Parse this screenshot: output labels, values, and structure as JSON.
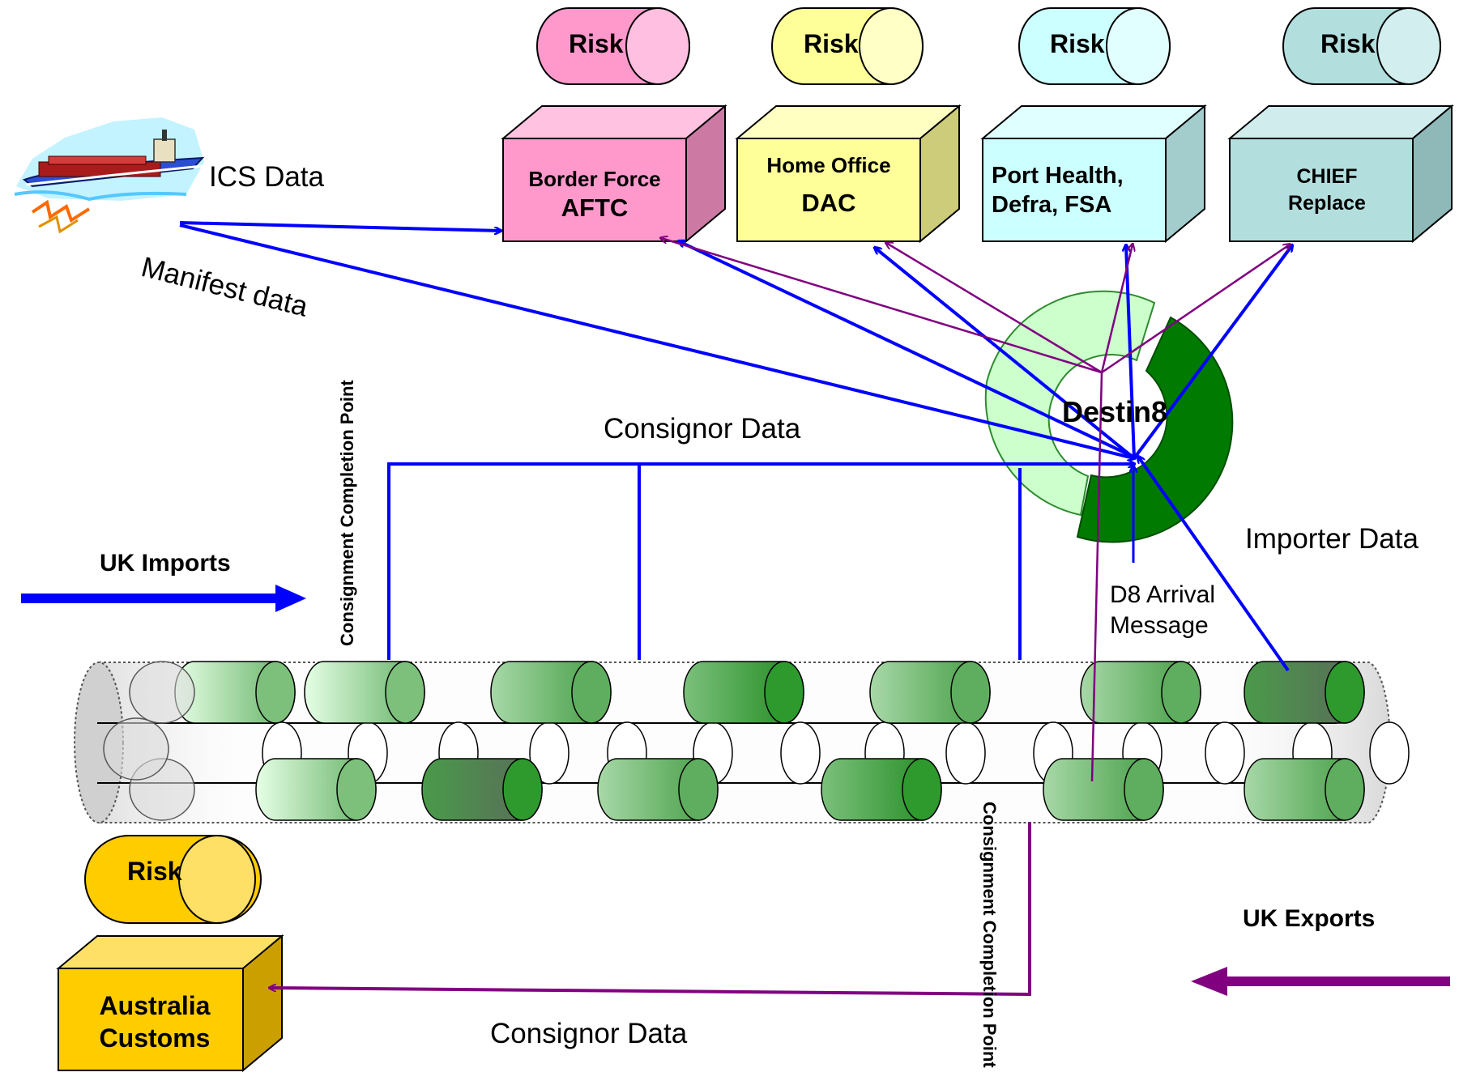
{
  "risk_label": "Risk",
  "agencies": [
    {
      "line1": "Border Force",
      "line2": "AFTC",
      "color": "#ff99cc"
    },
    {
      "line1": "Home Office",
      "line2": "DAC",
      "color": "#ffff99"
    },
    {
      "line1": "Port Health,",
      "line2": "Defra, FSA",
      "color": "#ccffff"
    },
    {
      "line1": "CHIEF",
      "line2": "Replace",
      "color": "#b3dede"
    }
  ],
  "australia": {
    "line1": "Australia",
    "line2": "Customs",
    "color": "#ffcc00"
  },
  "labels": {
    "ics_data": "ICS Data",
    "manifest_data": "Manifest data",
    "consignor_data_top": "Consignor Data",
    "consignor_data_bottom": "Consignor Data",
    "importer_data": "Importer Data",
    "d8_arrival_line1": "D8 Arrival",
    "d8_arrival_line2": "Message",
    "uk_imports": "UK Imports",
    "uk_exports": "UK Exports",
    "completion_point_left": "Consignment Completion Point",
    "completion_point_right": "Consignment Completion Point",
    "destin8": "Destin8"
  },
  "colors": {
    "flow_blue": "#0000ff",
    "flow_purple": "#800080",
    "green_dark": "#007a00",
    "green_light": "#ccffcc"
  }
}
